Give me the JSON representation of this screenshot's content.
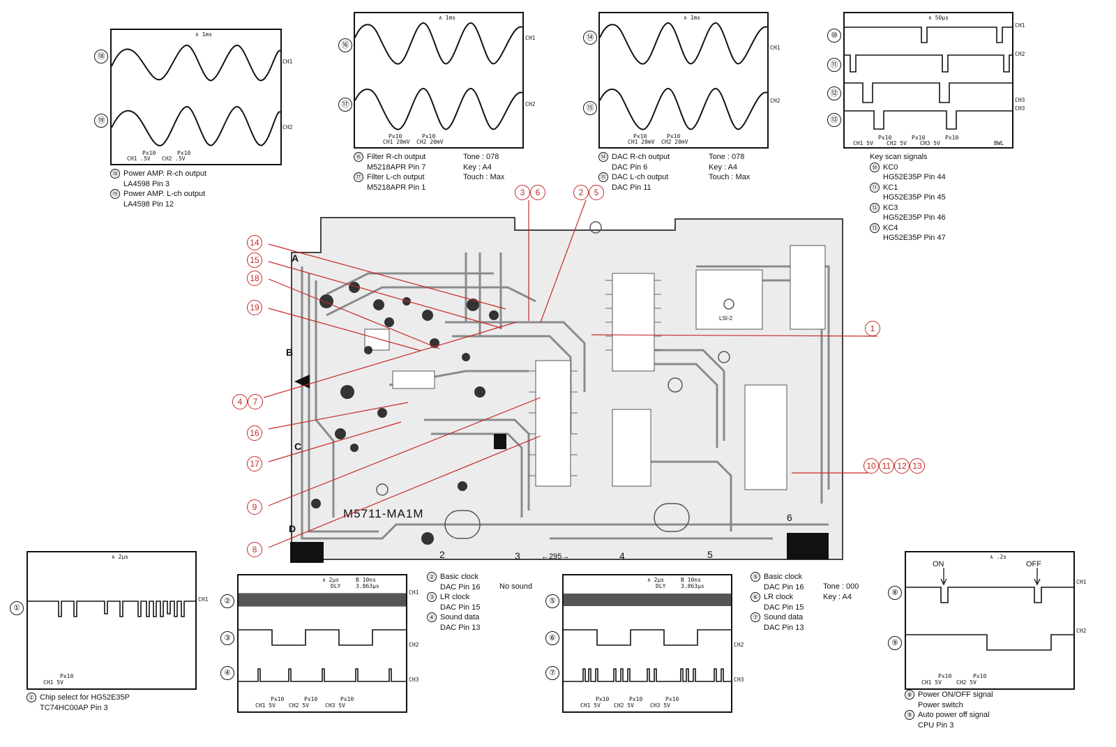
{
  "colors": {
    "accent": "#c62828",
    "ink": "#111111",
    "board_bg": "#e9e9e9",
    "board_trace": "#8a8a8a"
  },
  "scopes": {
    "s18_19": {
      "time": "∧ 1ms",
      "ch_top": "CH1",
      "ch_bot": "CH2",
      "n_top": "⑱",
      "n_bot": "⑲",
      "probe1": "Px10",
      "probe2": "Px10",
      "ch1set": "CH1  .5V",
      "ch2set": "CH2  .5V"
    },
    "s16_17": {
      "time": "∧ 1ms",
      "ch_top": "CH1",
      "ch_bot": "CH2",
      "n_top": "⑯",
      "n_bot": "⑰",
      "probe1": "Px10",
      "probe2": "Px10",
      "ch1set": "CH1 20mV",
      "ch2set": "CH2 20mV"
    },
    "s14_15": {
      "time": "∧ 1ms",
      "ch_top": "CH1",
      "ch_bot": "CH2",
      "n_top": "⑭",
      "n_bot": "⑮",
      "probe1": "Px10",
      "probe2": "Px10",
      "ch1set": "CH1 20mV",
      "ch2set": "CH2 20mV"
    },
    "s10_13": {
      "time": "∧ 50μs",
      "ch1": "CH1",
      "ch2": "CH2",
      "ch3a": "CH3",
      "ch3b": "CH3",
      "n10": "⑩",
      "n11": "⑪",
      "n12": "⑫",
      "n13": "⑬",
      "probe1": "Px10",
      "probe2": "Px10",
      "probe3": "Px10",
      "ch1set": "CH1  5V",
      "ch2set": "CH2  5V",
      "ch3set": "CH3  5V",
      "mode": "BWL"
    },
    "s1": {
      "time": "∧ 2μs",
      "ch": "CH1",
      "n": "①",
      "probe": "Px10",
      "chset": "CH1  5V"
    },
    "s2_4": {
      "time": "∧ 2μs",
      "delay": "B 10ns",
      "dly": "DLY",
      "dlyval": "3.863μs",
      "ch1": "CH1",
      "ch2": "CH2",
      "ch3": "CH3",
      "n2": "②",
      "n3": "③",
      "n4": "④",
      "probe1": "Px10",
      "probe2": "Px10",
      "probe3": "Px10",
      "ch1set": "CH1  5V",
      "ch2set": "CH2  5V",
      "ch3set": "CH3  5V"
    },
    "s5_7": {
      "time": "∧ 2μs",
      "delay": "B 10ns",
      "dly": "DLY",
      "dlyval": "3.863μs",
      "ch1": "CH1",
      "ch2": "CH2",
      "ch3": "CH3",
      "n5": "⑤",
      "n6": "⑥",
      "n7": "⑦",
      "probe1": "Px10",
      "probe2": "Px10",
      "probe3": "Px10",
      "ch1set": "CH1  5V",
      "ch2set": "CH2  5V",
      "ch3set": "CH3  5V"
    },
    "s8_9": {
      "time": "∧ .2s",
      "on": "ON",
      "off": "OFF",
      "ch1": "CH1",
      "ch2": "CH2",
      "n8": "⑧",
      "n9": "⑨",
      "probe1": "Px10",
      "probe2": "Px10",
      "ch1set": "CH1  5V",
      "ch2set": "CH2  5V"
    }
  },
  "captions": {
    "c18_19": {
      "n18": "⑱",
      "l1": "Power AMP. R-ch output",
      "l2": "LA4598 Pin 3",
      "n19": "⑲",
      "l3": "Power AMP. L-ch output",
      "l4": "LA4598 Pin 12"
    },
    "c16_17": {
      "n16": "⑯",
      "l1": "Filter R-ch output",
      "l2": "M5218APR Pin 7",
      "n17": "⑰",
      "l3": "Filter L-ch output",
      "l4": "M5218APR Pin 1",
      "t1": "Tone : 078",
      "t2": "Key : A4",
      "t3": "Touch : Max"
    },
    "c14_15": {
      "n14": "⑭",
      "l1": "DAC R-ch output",
      "l2": "DAC Pin 6",
      "n15": "⑮",
      "l3": "DAC L-ch output",
      "l4": "DAC Pin 11",
      "t1": "Tone : 078",
      "t2": "Key : A4",
      "t3": "Touch : Max"
    },
    "c10_13": {
      "head": "Key scan signals",
      "n10": "⑩",
      "l1": "KC0",
      "l2": "HG52E35P Pin 44",
      "n11": "⑪",
      "l3": "KC1",
      "l4": "HG52E35P Pin 45",
      "n12": "⑫",
      "l5": "KC3",
      "l6": "HG52E35P Pin 46",
      "n13": "⑬",
      "l7": "KC4",
      "l8": "HG52E35P Pin 47"
    },
    "c1": {
      "n1": "①",
      "l1": "Chip select for HG52E35P",
      "l2": "TC74HC00AP Pin 3"
    },
    "c2_4": {
      "n2": "②",
      "l1": "Basic clock",
      "l2": "DAC Pin 16",
      "n3": "③",
      "l3": "LR clock",
      "l4": "DAC Pin 15",
      "n4": "④",
      "l5": "Sound data",
      "l6": "DAC Pin 13",
      "t1": "No sound"
    },
    "c5_7": {
      "n5": "⑤",
      "l1": "Basic clock",
      "l2": "DAC Pin 16",
      "n6": "⑥",
      "l3": "LR clock",
      "l4": "DAC Pin 15",
      "n7": "⑦",
      "l5": "Sound data",
      "l6": "DAC Pin 13",
      "t1": "Tone : 000",
      "t2": "Key : A4"
    },
    "c8_9": {
      "n8": "⑧",
      "l1": "Power ON/OFF signal",
      "l2": "Power switch",
      "n9": "⑨",
      "l3": "Auto power off signal",
      "l4": "CPU Pin 3"
    }
  },
  "pcb": {
    "board_label": "M5711-MA1M",
    "side_a": "A",
    "side_b": "B",
    "side_c": "C",
    "side_d": "D",
    "conn2": "2",
    "conn3": "3",
    "conn4": "4",
    "conn5": "5",
    "conn6": "6",
    "dim": "←295→",
    "chip_main": "LSI-2"
  },
  "markers": {
    "m14": "14",
    "m15": "15",
    "m18": "18",
    "m19": "19",
    "m4": "4",
    "m7": "7",
    "m16": "16",
    "m17": "17",
    "m9": "9",
    "m8": "8",
    "m3": "3",
    "m6": "6",
    "m2": "2",
    "m5": "5",
    "m1": "1",
    "m10": "10",
    "m11": "11",
    "m12": "12",
    "m13": "13"
  }
}
